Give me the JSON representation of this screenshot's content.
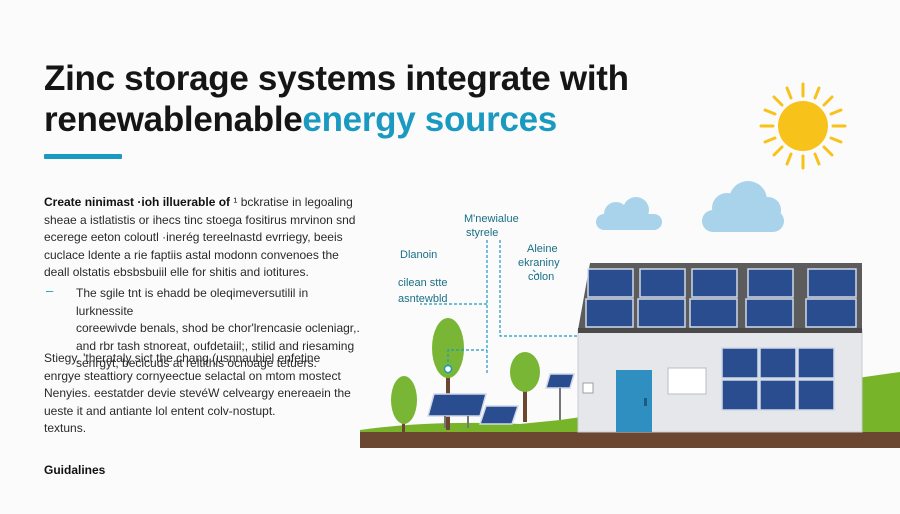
{
  "title": {
    "line1": "Zinc storage systems  integrate with",
    "line2_prefix": "renewablenable",
    "line2_accent": "energy  sources"
  },
  "paragraphs": {
    "p1_lead": "Create ninimast ·ioh illuerable of",
    "p1_lines": [
      "  ¹ bckratise in legoaling",
      "sheae a istlatistis or ihecs tinc stoega fositirus mrvinon snd",
      "ecerege eeton coloutl ·inerég tereelnastd evrriegy, beeis",
      "cuclace ldente a rie faptiis astal modonn convenoes the",
      "deall olstatis ebsbsbuiil elle for shitis and iotitures."
    ],
    "p2_lines": [
      "The sgile tnt is ehadd be oleqimeversutilil in lurknessite",
      "coreewivde benals, shod be chor'lrencasie ocleniagr,.",
      "and rbr tash stnoreat, oufdetaiil;, stilid and riesaming",
      "senrgyt, becicuds at reltithis ocnoage tetuers."
    ],
    "p3_lines": [
      "Stiegy. 'therataly sict the chang (usnnaubiel enfetine",
      "enrgye steattiory cornyeectue selactal on mtom mostect",
      "Nenyies. eestatder devie stevéW celveargy enereaein the",
      "ueste it and antiante lol entent colv-nostupt.",
      "textuns."
    ],
    "bullet": "–",
    "guidelines": "Guidalines"
  },
  "illustration": {
    "labels": {
      "renewable_1": "M'newialue",
      "renewable_2": "styrele",
      "diamon": "Dlanoin",
      "clean_1": "cilean stte",
      "clean_2": "asntewbld",
      "aleine_1": "Aleine",
      "aleine_2": "ekraniny",
      "aleine_3": "colon"
    },
    "colors": {
      "accent": "#1a9ac0",
      "sun": "#f7c21a",
      "cloud": "#a9d3ea",
      "panel": "#2a4d8f",
      "house_wall": "#e5e7ea",
      "roof": "#5c5c5c",
      "ground": "#78b42a",
      "soil": "#6b4630",
      "door": "#2f8fc0",
      "tree": "#7ab636"
    }
  }
}
